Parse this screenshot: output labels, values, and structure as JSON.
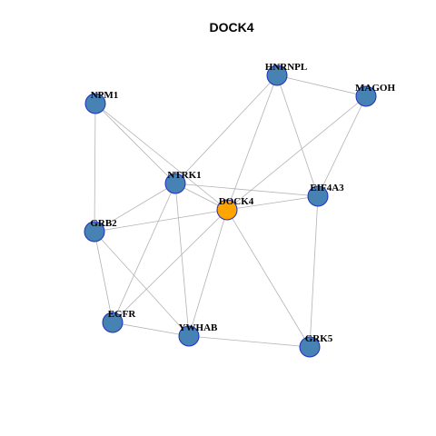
{
  "title": "DOCK4",
  "colors": {
    "node_default": "#4682b4",
    "node_focus": "#ffa500",
    "node_border": "#1f2fbf",
    "edge": "#b3b3b3"
  },
  "nodes": [
    {
      "id": "HNRNPL",
      "label": "HNRNPL",
      "focus": false
    },
    {
      "id": "MAGOH",
      "label": "MAGOH",
      "focus": false
    },
    {
      "id": "NPM1",
      "label": "NPM1",
      "focus": false
    },
    {
      "id": "NTRK1",
      "label": "NTRK1",
      "focus": false
    },
    {
      "id": "DOCK4",
      "label": "DOCK4",
      "focus": true
    },
    {
      "id": "EIF4A3",
      "label": "EIF4A3",
      "focus": false
    },
    {
      "id": "GRB2",
      "label": "GRB2",
      "focus": false
    },
    {
      "id": "EGFR",
      "label": "EGFR",
      "focus": false
    },
    {
      "id": "YWHAB",
      "label": "YWHAB",
      "focus": false
    },
    {
      "id": "GRK5",
      "label": "GRK5",
      "focus": false
    }
  ],
  "edges": [
    [
      "HNRNPL",
      "MAGOH"
    ],
    [
      "HNRNPL",
      "NTRK1"
    ],
    [
      "HNRNPL",
      "DOCK4"
    ],
    [
      "HNRNPL",
      "EIF4A3"
    ],
    [
      "MAGOH",
      "DOCK4"
    ],
    [
      "MAGOH",
      "EIF4A3"
    ],
    [
      "NPM1",
      "NTRK1"
    ],
    [
      "NPM1",
      "GRB2"
    ],
    [
      "NPM1",
      "DOCK4"
    ],
    [
      "NTRK1",
      "DOCK4"
    ],
    [
      "NTRK1",
      "EIF4A3"
    ],
    [
      "NTRK1",
      "GRB2"
    ],
    [
      "NTRK1",
      "EGFR"
    ],
    [
      "NTRK1",
      "YWHAB"
    ],
    [
      "DOCK4",
      "EIF4A3"
    ],
    [
      "DOCK4",
      "GRB2"
    ],
    [
      "DOCK4",
      "EGFR"
    ],
    [
      "DOCK4",
      "YWHAB"
    ],
    [
      "DOCK4",
      "GRK5"
    ],
    [
      "EIF4A3",
      "GRK5"
    ],
    [
      "GRB2",
      "EGFR"
    ],
    [
      "GRB2",
      "YWHAB"
    ],
    [
      "EGFR",
      "YWHAB"
    ],
    [
      "YWHAB",
      "GRK5"
    ]
  ]
}
